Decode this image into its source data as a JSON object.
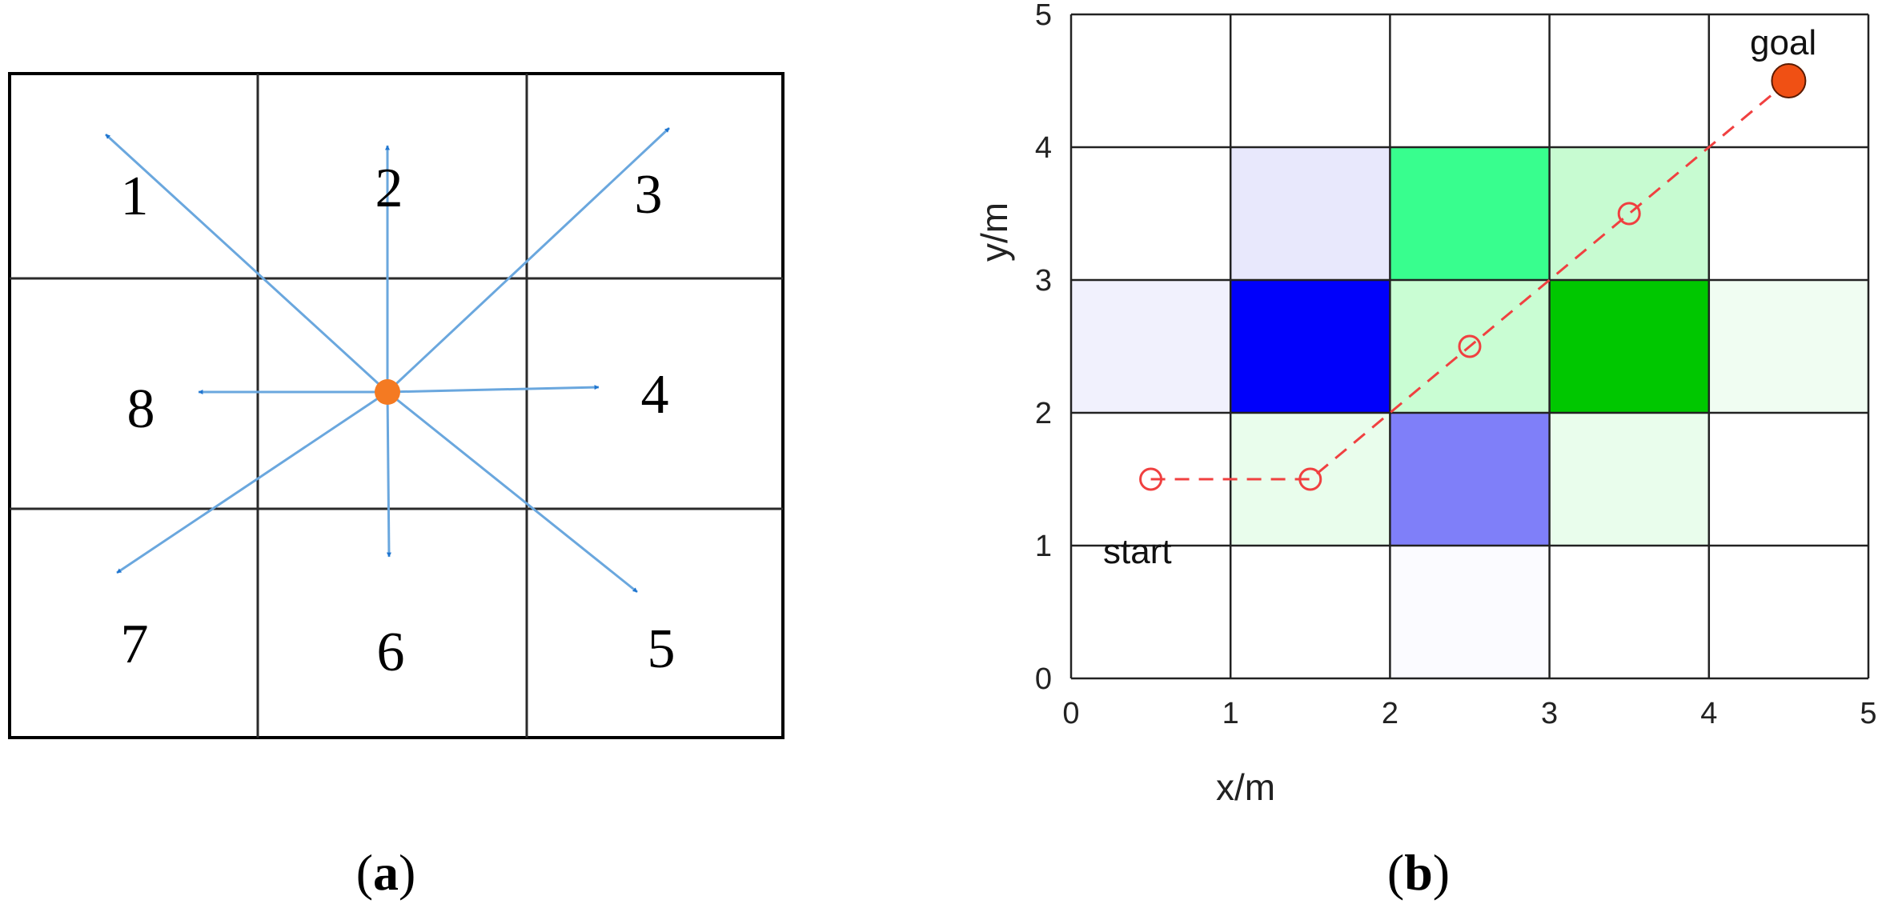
{
  "panel_a": {
    "caption_open": "(",
    "caption_letter": "a",
    "caption_close": ")",
    "direction_labels": [
      "1",
      "2",
      "3",
      "4",
      "5",
      "6",
      "7",
      "8"
    ],
    "arrow_color": "#1f75d0",
    "line_color": "#6aa7de",
    "center_color": "#f47a22"
  },
  "panel_b": {
    "caption_open": "(",
    "caption_letter": "b",
    "caption_close": ")",
    "xlabel": "x/m",
    "ylabel": "y/m",
    "xticks": [
      "0",
      "1",
      "2",
      "3",
      "4",
      "5"
    ],
    "yticks": [
      "0",
      "1",
      "2",
      "3",
      "4",
      "5"
    ],
    "start_label": "start",
    "goal_label": "goal"
  },
  "chart_data": {
    "type": "heatmap",
    "xlabel": "x/m",
    "ylabel": "y/m",
    "xlim": [
      0,
      5
    ],
    "ylim": [
      0,
      5
    ],
    "grid": true,
    "cells": [
      {
        "col": 1,
        "row": 3,
        "color": "#e8e8fc"
      },
      {
        "col": 2,
        "row": 3,
        "color": "#38fe8e"
      },
      {
        "col": 3,
        "row": 3,
        "color": "#c7fbd1"
      },
      {
        "col": 0,
        "row": 2,
        "color": "#f1f1fd"
      },
      {
        "col": 1,
        "row": 2,
        "color": "#0000fb"
      },
      {
        "col": 2,
        "row": 2,
        "color": "#c9fdd3"
      },
      {
        "col": 3,
        "row": 2,
        "color": "#00c700"
      },
      {
        "col": 4,
        "row": 2,
        "color": "#f0fdf2"
      },
      {
        "col": 1,
        "row": 1,
        "color": "#e9fdec"
      },
      {
        "col": 2,
        "row": 1,
        "color": "#7f7ff9"
      },
      {
        "col": 3,
        "row": 1,
        "color": "#e9fdec"
      },
      {
        "col": 2,
        "row": 0,
        "color": "#fbfbff"
      }
    ],
    "path": {
      "x": [
        0.5,
        1.5,
        2.5,
        3.5,
        4.5
      ],
      "y": [
        1.5,
        1.5,
        2.5,
        3.5,
        4.5
      ],
      "color": "#f04040"
    },
    "goal_marker": {
      "x": 4.5,
      "y": 4.5,
      "color": "#f05014"
    },
    "annotations": [
      "start",
      "goal"
    ]
  }
}
